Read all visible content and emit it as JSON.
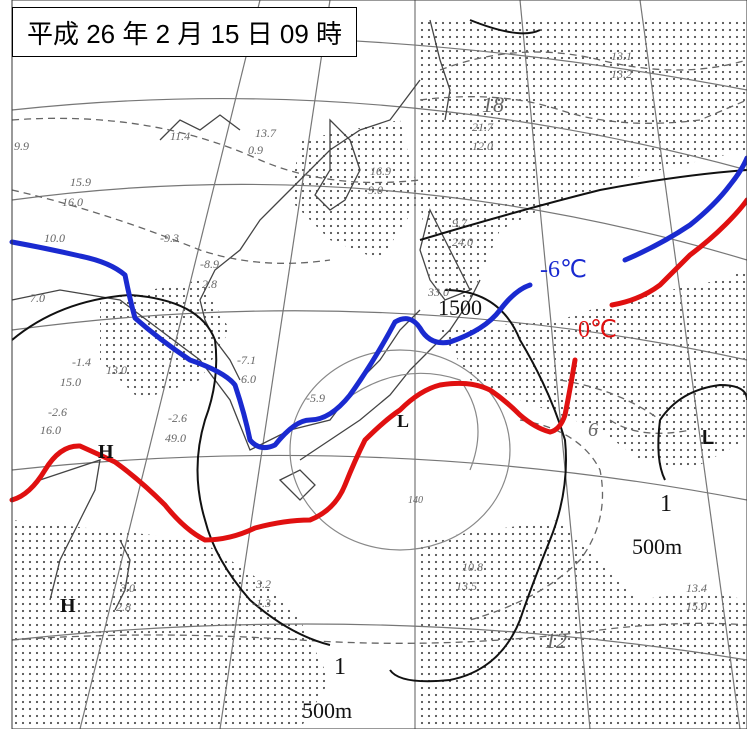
{
  "title": "平成 26 年 2 月 15 日 09 時",
  "isotherms": [
    {
      "label": "-6℃",
      "color": "#1a2ad0"
    },
    {
      "label": "0℃",
      "color": "#e01010"
    }
  ],
  "pressure_systems": {
    "high_a": "H",
    "high_b": "H",
    "low_center": "L",
    "low_east": "L"
  },
  "height_labels": {
    "top_1500": "1500",
    "east_1": "1",
    "east_500m": "500m",
    "south_1": "1",
    "south_500m": "500m"
  },
  "isopleth_numbers": {
    "top": "18",
    "south": "12",
    "east": "6"
  },
  "station_values": [
    "15.9",
    "16.0",
    "10.0",
    "7.0",
    "9.9",
    "11.4",
    "13.7",
    "0.9",
    "16.9",
    "9.0",
    "21.7",
    "12.0",
    "13.1",
    "13.2",
    "9.7",
    "24.0",
    "33.0",
    "-9.3",
    "-8.9",
    "2.8",
    "-1.4",
    "13.0",
    "15.0",
    "-2.6",
    "16.0",
    "-2.6",
    "49.0",
    "-7.1",
    "6.0",
    "-5.9",
    "3.0",
    "2.8",
    "3.2",
    "-1.3",
    "10.8",
    "13.5",
    "13.4",
    "15.0",
    "140"
  ]
}
